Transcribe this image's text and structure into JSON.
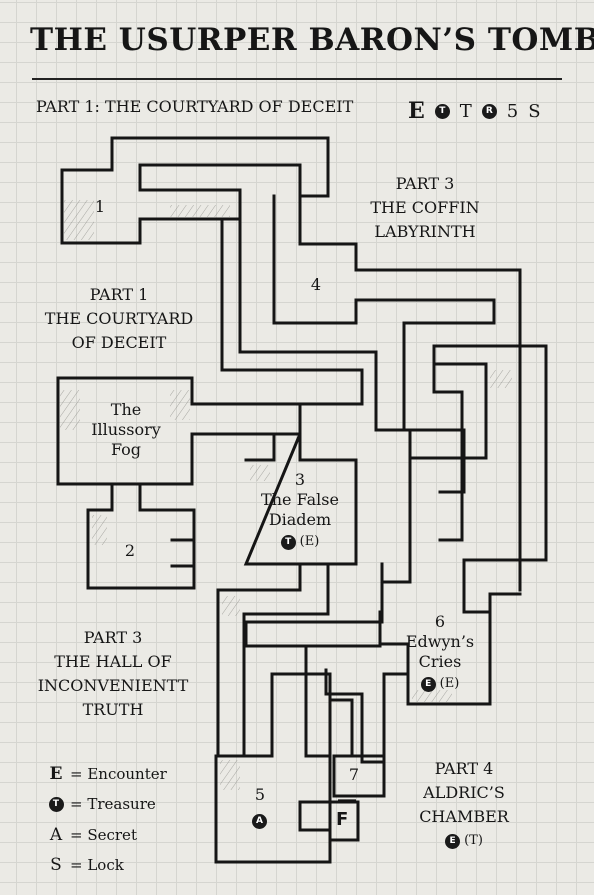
{
  "title": "THE USURPER BARON’S TOMB",
  "subtitle": "PART 1: THE COURTYARD OF DECEIT",
  "symbol_strip": [
    "E",
    "T",
    "T",
    "R",
    "5",
    "S"
  ],
  "parts": {
    "part3a": {
      "heading": "PART 3",
      "line1": "THE COFFIN",
      "line2": "LABYRINTH"
    },
    "part1": {
      "heading": "PART 1",
      "line1": "THE COURTYARD",
      "line2": "OF DECEIT"
    },
    "part3b": {
      "heading": "PART 3",
      "line1": "THE HALL OF",
      "line2": "INCONVENIENTT",
      "line3": "TRUTH"
    },
    "part4": {
      "heading": "PART 4",
      "line1": "ALDRIC’S",
      "line2": "CHAMBER",
      "marker": "E",
      "tag": "(T)"
    }
  },
  "rooms": {
    "r1": {
      "num": "1"
    },
    "r2": {
      "num": "2"
    },
    "fog": {
      "line1": "The",
      "line2": "Illussory",
      "line3": "Fog"
    },
    "r3": {
      "num": "3",
      "line1": "The False",
      "line2": "Diadem",
      "marker": "T",
      "tag": "(E)"
    },
    "r4": {
      "num": "4"
    },
    "r5": {
      "num": "5",
      "marker": "A"
    },
    "r6": {
      "num": "6",
      "line1": "Edwyn’s",
      "line2": "Cries",
      "marker": "E",
      "tag": "(E)"
    },
    "r7": {
      "num": "7"
    },
    "rf": {
      "label": "F"
    }
  },
  "legend": [
    {
      "key": "E",
      "style": "letter",
      "text": "= Encounter"
    },
    {
      "key": "T",
      "style": "badge",
      "text": "= Treasure"
    },
    {
      "key": "A",
      "style": "letter",
      "text": "= Secret"
    },
    {
      "key": "S",
      "style": "letter",
      "text": "= Lock"
    }
  ]
}
